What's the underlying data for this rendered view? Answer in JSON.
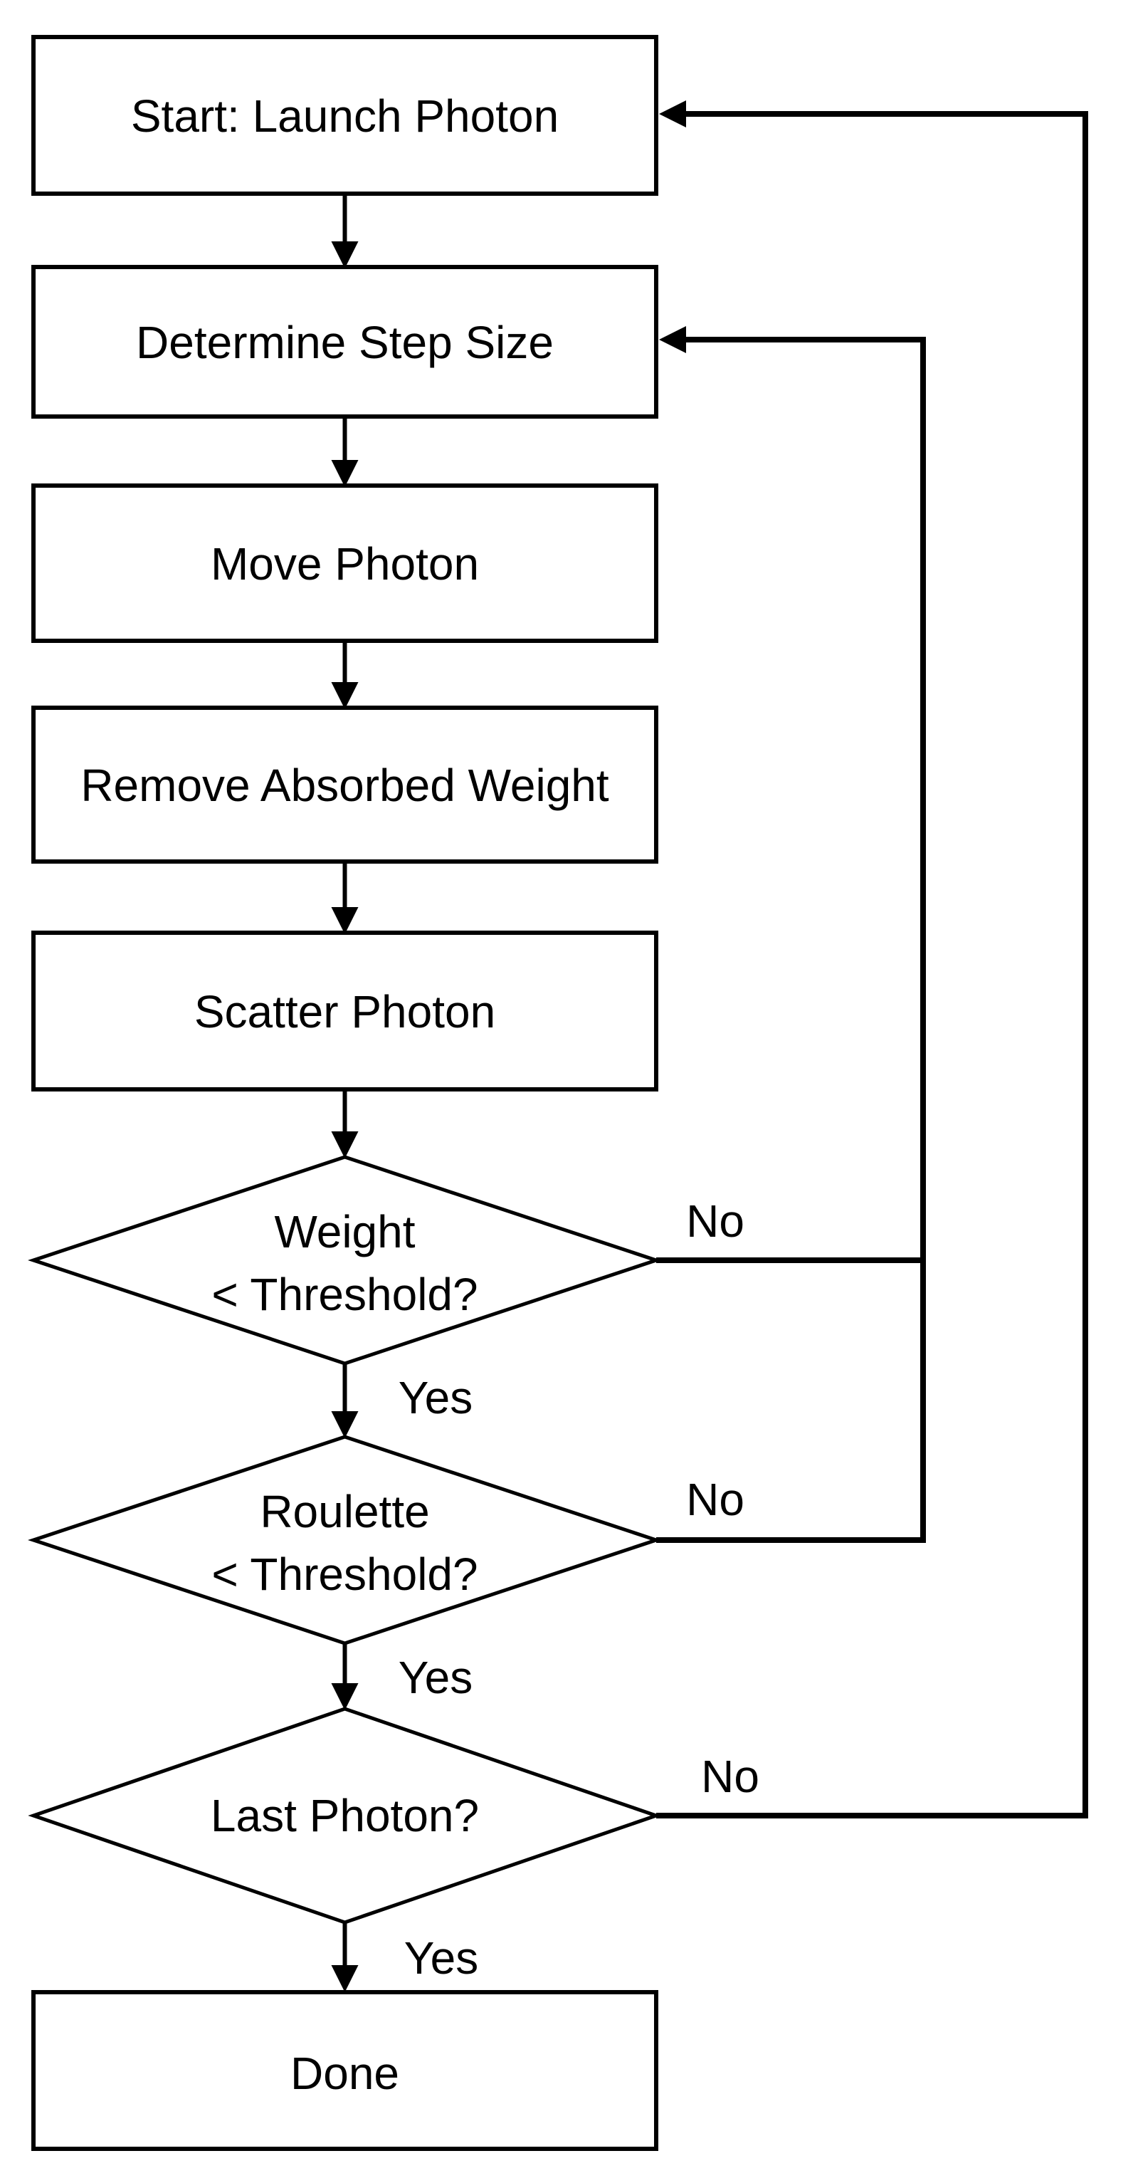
{
  "colors": {
    "ink": "#000000",
    "paper": "#ffffff"
  },
  "flowchart": {
    "nodes": {
      "start": {
        "shape": "rectangle",
        "label": "Start: Launch Photon"
      },
      "determine_step": {
        "shape": "rectangle",
        "label": "Determine Step Size"
      },
      "move_photon": {
        "shape": "rectangle",
        "label": "Move Photon"
      },
      "remove_weight": {
        "shape": "rectangle",
        "label": "Remove Absorbed Weight"
      },
      "scatter_photon": {
        "shape": "rectangle",
        "label": "Scatter Photon"
      },
      "weight_threshold": {
        "shape": "diamond",
        "line1": "Weight",
        "line2": "< Threshold?"
      },
      "roulette_threshold": {
        "shape": "diamond",
        "line1": "Roulette",
        "line2": "< Threshold?"
      },
      "last_photon": {
        "shape": "diamond",
        "label": "Last Photon?"
      },
      "done": {
        "shape": "rectangle",
        "label": "Done"
      }
    },
    "edge_labels": {
      "weight_yes": "Yes",
      "weight_no": "No",
      "roulette_yes": "Yes",
      "roulette_no": "No",
      "last_yes": "Yes",
      "last_no": "No"
    }
  }
}
